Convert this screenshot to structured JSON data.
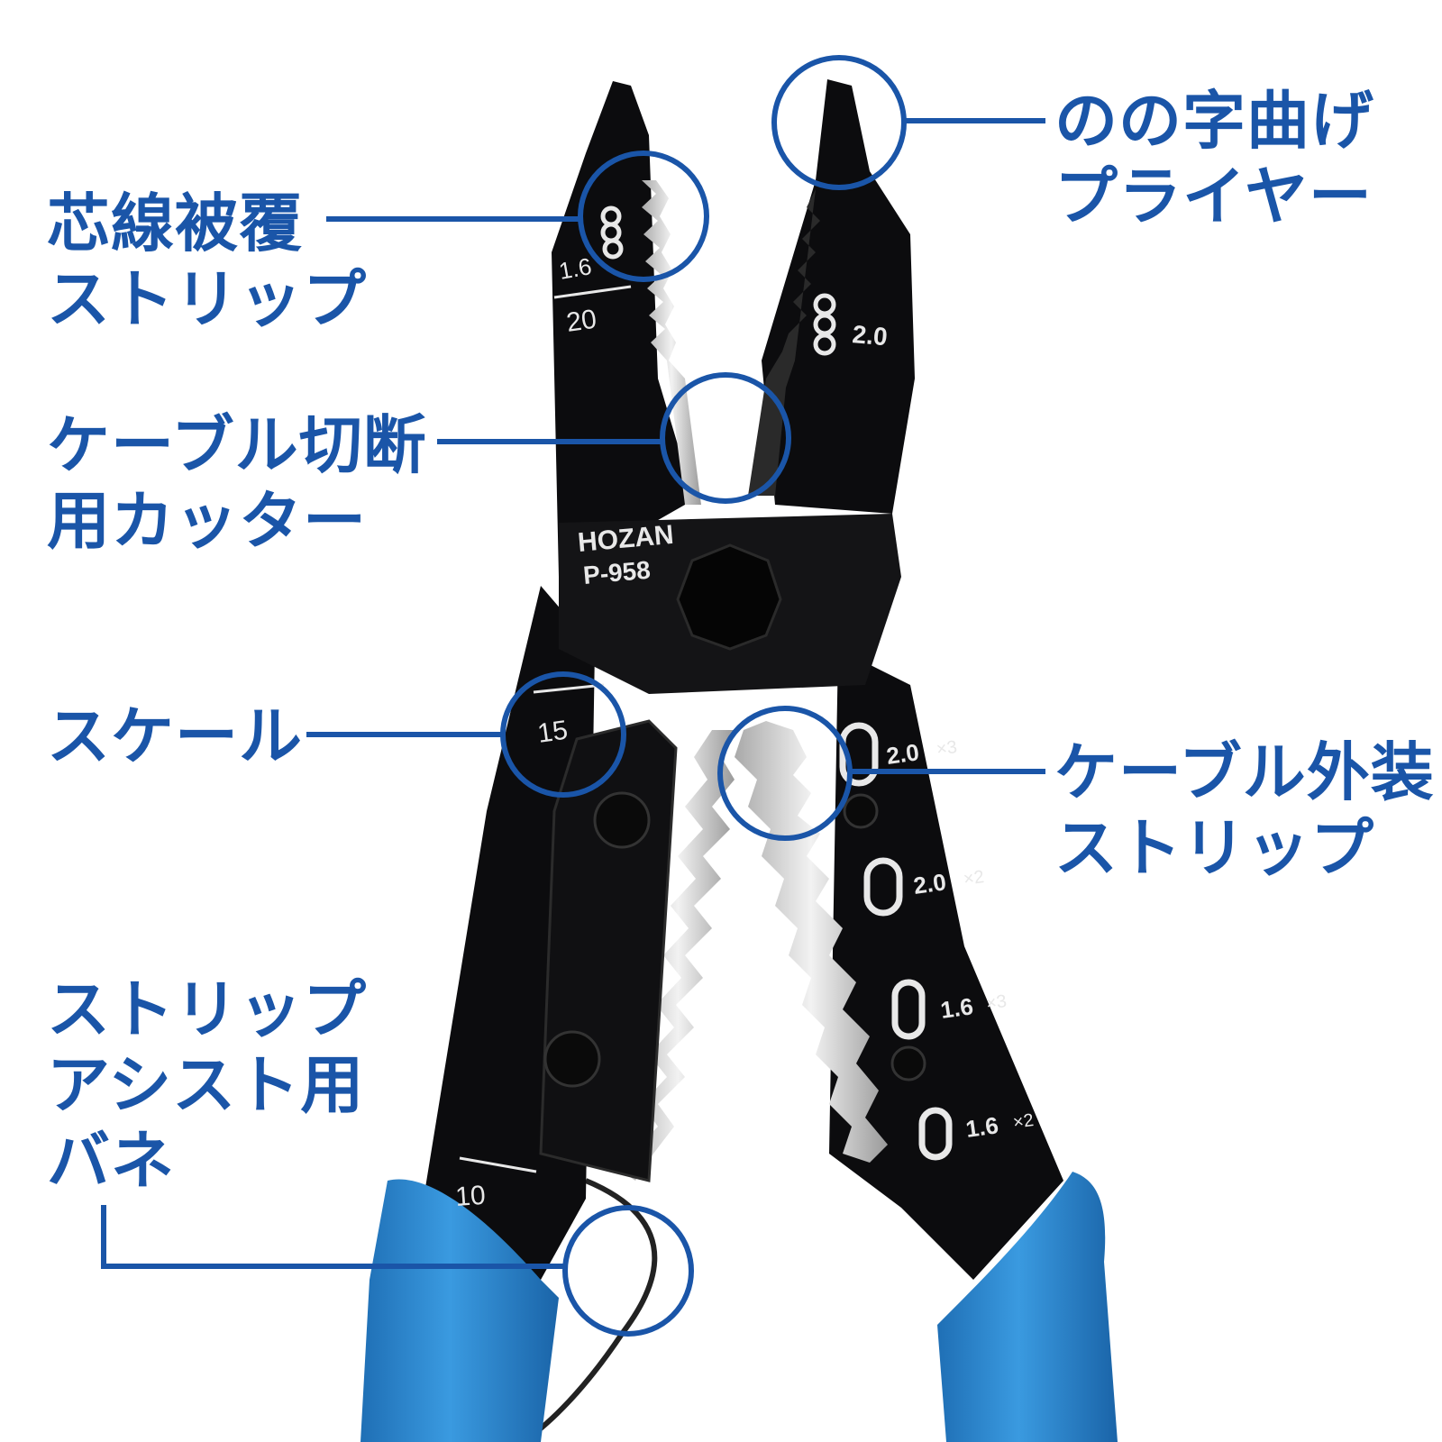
{
  "colors": {
    "callout_blue": "#1a55a8",
    "tool_black": "#0c0c0e",
    "grip_blue": "#2f8fd6",
    "steel": "#d9d9d9"
  },
  "labels": {
    "bend_pliers": [
      "のの字曲げ",
      "プライヤー"
    ],
    "core_strip": [
      "芯線被覆",
      "ストリップ"
    ],
    "cable_cutter": [
      "ケーブル切断",
      "用カッター"
    ],
    "scale": [
      "スケール"
    ],
    "sheath_strip": [
      "ケーブル外装",
      "ストリップ"
    ],
    "assist_spring": [
      "ストリップ",
      "アシスト用",
      "バネ"
    ]
  },
  "tool_markings": {
    "brand": "HOZAN",
    "model": "P-958",
    "scale_marks": [
      "1.6",
      "20",
      "15",
      "10"
    ],
    "core_gauge": "2.0",
    "sheath_gauges": [
      {
        "size": "2.0",
        "count": "×3"
      },
      {
        "size": "2.0",
        "count": "×2"
      },
      {
        "size": "1.6",
        "count": "×3"
      },
      {
        "size": "1.6",
        "count": "×2"
      }
    ]
  }
}
